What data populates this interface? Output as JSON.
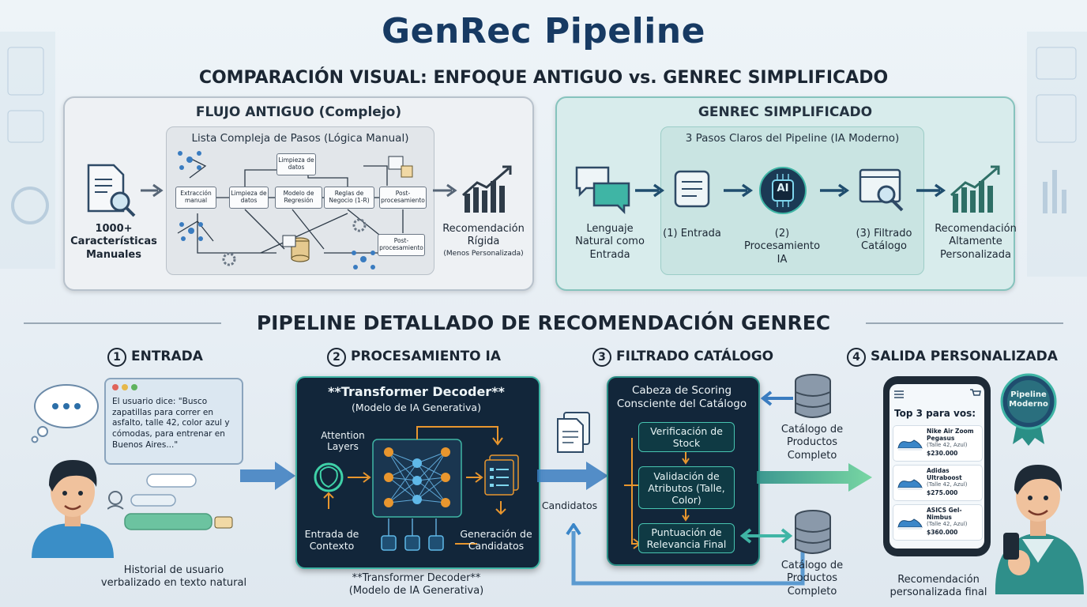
{
  "title": "GenRec Pipeline",
  "subtitle": "COMPARACIÓN VISUAL: ENFOQUE ANTIGUO vs. GENREC SIMPLIFICADO",
  "old_flow": {
    "title": "FLUJO ANTIGUO (Complejo)",
    "inner_title": "Lista Compleja de Pasos (Lógica Manual)",
    "input_label": "1000+ Características Manuales",
    "boxes": [
      "Extracción manual",
      "Limpieza de datos",
      "Modelo de Regresión",
      "Reglas de Negocio (1-R)",
      "Post-procesamiento",
      "Post-procesamiento",
      "Limpieza de datos"
    ],
    "output_label": "Recomendación Rígida",
    "output_note": "(Menos Personalizada)"
  },
  "new_flow": {
    "title": "GENREC SIMPLIFICADO",
    "inner_title": "3 Pasos Claros del Pipeline (IA Moderno)",
    "input_label": "Lenguaje Natural como Entrada",
    "steps": [
      "(1) Entrada",
      "(2) Procesamiento IA",
      "(3) Filtrado Catálogo"
    ],
    "ai_chip": "AI",
    "output_label": "Recomendación Altamente Personalizada"
  },
  "detail": {
    "title": "PIPELINE DETALLADO DE RECOMENDACIÓN GENREC",
    "steps": [
      {
        "num": "1",
        "label": "ENTRADA"
      },
      {
        "num": "2",
        "label": "PROCESAMIENTO IA"
      },
      {
        "num": "3",
        "label": "FILTRADO CATÁLOGO"
      },
      {
        "num": "4",
        "label": "SALIDA PERSONALIZADA"
      }
    ],
    "chat_text": "El usuario dice: \"Busco zapatillas para correr en asfalto, talle 42, color azul y cómodas, para entrenar en Buenos Aires...\"",
    "input_caption": "Historial de usuario verbalizado en texto natural",
    "transformer": {
      "title": "**Transformer Decoder**",
      "subtitle": "(Modelo de IA Generativa)",
      "attention": "Attention Layers",
      "context": "Entrada de Contexto",
      "generation": "Generación de Candidatos",
      "caption_title": "**Transformer Decoder**",
      "caption_sub": "(Modelo de IA Generativa)"
    },
    "candidates_label": "Candidatos",
    "scoring": {
      "title": "Cabeza de Scoring Consciente del Catálogo",
      "stock": "Verificación de Stock",
      "attrs": "Validación de Atributos (Talle, Color)",
      "score": "Puntuación de Relevancia Final",
      "catalog_top": "Catálogo de Productos Completo",
      "catalog_bottom": "Catálogo de Productos Completo"
    },
    "output": {
      "badge": "Pipeline Moderno",
      "phone_title": "Top 3 para vos:",
      "products": [
        {
          "name": "Nike Air Zoom Pegasus",
          "detail": "(Talle 42, Azul)",
          "price": "$230.000"
        },
        {
          "name": "Adidas Ultraboost",
          "detail": "(Talle 42, Azul)",
          "price": "$275.000"
        },
        {
          "name": "ASICS Gel-Nimbus",
          "detail": "(Talle 42, Azul)",
          "price": "$360.000"
        }
      ],
      "caption": "Recomendación personalizada final"
    }
  },
  "colors": {
    "teal": "#3fb5a5",
    "navy": "#12263a",
    "arrow": "#2c6fa8"
  }
}
